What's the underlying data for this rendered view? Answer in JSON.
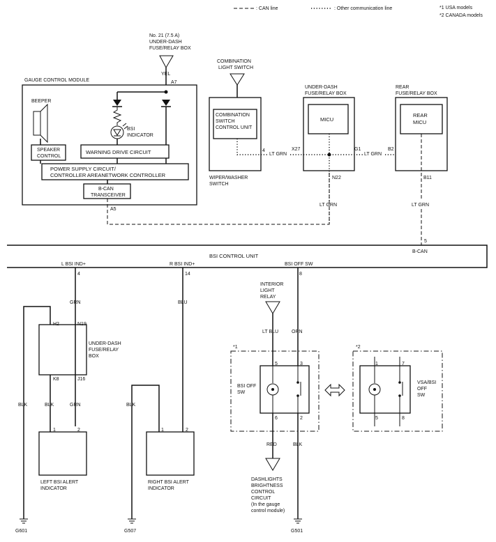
{
  "legend": {
    "can_line": ": CAN line",
    "other_line": ": Other communication line",
    "note1": "*1 USA models",
    "note2": "*2 CANADA models"
  },
  "fuse": {
    "line1": "No. 21 (7.5 A)",
    "line2": "UNDER-DASH",
    "line3": "FUSE/RELAY BOX",
    "wire": "YEL",
    "pin": "A7"
  },
  "gcm": {
    "title": "GAUGE CONTROL MODULE",
    "beeper": "BEEPER",
    "speaker_control_1": "SPEAKER",
    "speaker_control_2": "CONTROL",
    "bsi_indicator_1": "BSI",
    "bsi_indicator_2": "INDICATOR",
    "warning_drive": "WARNING DRIVE CIRCUIT",
    "power_supply_1": "POWER SUPPLY CIRCUIT/",
    "power_supply_2": "CONTROLLER AREANETWORK CONTROLLER",
    "bcan_1": "B-CAN",
    "bcan_2": "TRANSCEIVER",
    "pin_a5": "A5"
  },
  "combo": {
    "title1": "COMBINATION",
    "title2": "LIGHT SWITCH",
    "unit1": "COMBINATION",
    "unit2": "SWITCH",
    "unit3": "CONTROL UNIT",
    "sub1": "WIPER/WASHER",
    "sub2": "SWITCH",
    "pin": "4",
    "wire": "LT GRN"
  },
  "micu": {
    "title1": "UNDER-DASH",
    "title2": "FUSE/RELAY BOX",
    "label": "MICU",
    "pin_x27": "X27",
    "pin_g1": "G1",
    "pin_n22": "N22",
    "wire_right": "LT GRN",
    "wire_down": "LT GRN"
  },
  "rear": {
    "title1": "REAR",
    "title2": "FUSE/RELAY BOX",
    "unit1": "REAR",
    "unit2": "MICU",
    "pin_b2": "B2",
    "pin_b11": "B11",
    "wire": "LT GRN"
  },
  "bsi_unit": {
    "title": "BSI CONTROL UNIT",
    "pin5": "5",
    "bcan": "B-CAN",
    "l_ind": "L BSI IND+",
    "l_pin": "4",
    "r_ind": "R BSI IND+",
    "r_pin": "14",
    "off_sw": "BSI OFF SW",
    "off_pin": "8"
  },
  "left_branch": {
    "wire_grn": "GRN",
    "box1": "UNDER-DASH",
    "box2": "FUSE/RELAY",
    "box3": "BOX",
    "pin_h2": "H2",
    "pin_n19": "N19",
    "pin_k8": "K8",
    "pin_j16": "J16",
    "wire_blk_outer": "BLK",
    "wire_blk_inner": "BLK",
    "wire_grn_lower": "GRN",
    "pin1": "1",
    "pin2": "2",
    "alert1": "LEFT BSI ALERT",
    "alert2": "INDICATOR",
    "ground": "G601"
  },
  "right_branch": {
    "wire_blu": "BLU",
    "wire_blk": "BLK",
    "pin1": "1",
    "pin2": "2",
    "alert1": "RIGHT BSI ALERT",
    "alert2": "INDICATOR",
    "ground": "G507"
  },
  "switch_branch": {
    "relay1": "INTERIOR",
    "relay2": "LIGHT",
    "relay3": "RELAY",
    "wire_ltblu": "LT BLU",
    "wire_orn": "ORN",
    "note_usa": "*1",
    "note_can": "*2",
    "usa_sw1": "BSI OFF",
    "usa_sw2": "SW",
    "usa_p5": "5",
    "usa_p3": "3",
    "usa_p6": "6",
    "usa_p2": "2",
    "can_sw1": "VSA/BSI",
    "can_sw2": "OFF",
    "can_sw3": "SW",
    "can_p1": "1",
    "can_p7": "7",
    "can_p5": "5",
    "can_p8": "8",
    "wire_red": "RED",
    "wire_blk": "BLK",
    "dash1": "DASHLIGHTS",
    "dash2": "BRIGHTNESS",
    "dash3": "CONTROL",
    "dash4": "CIRCUIT",
    "dash5": "(In the gauge",
    "dash6": "control module)",
    "ground": "G501"
  }
}
